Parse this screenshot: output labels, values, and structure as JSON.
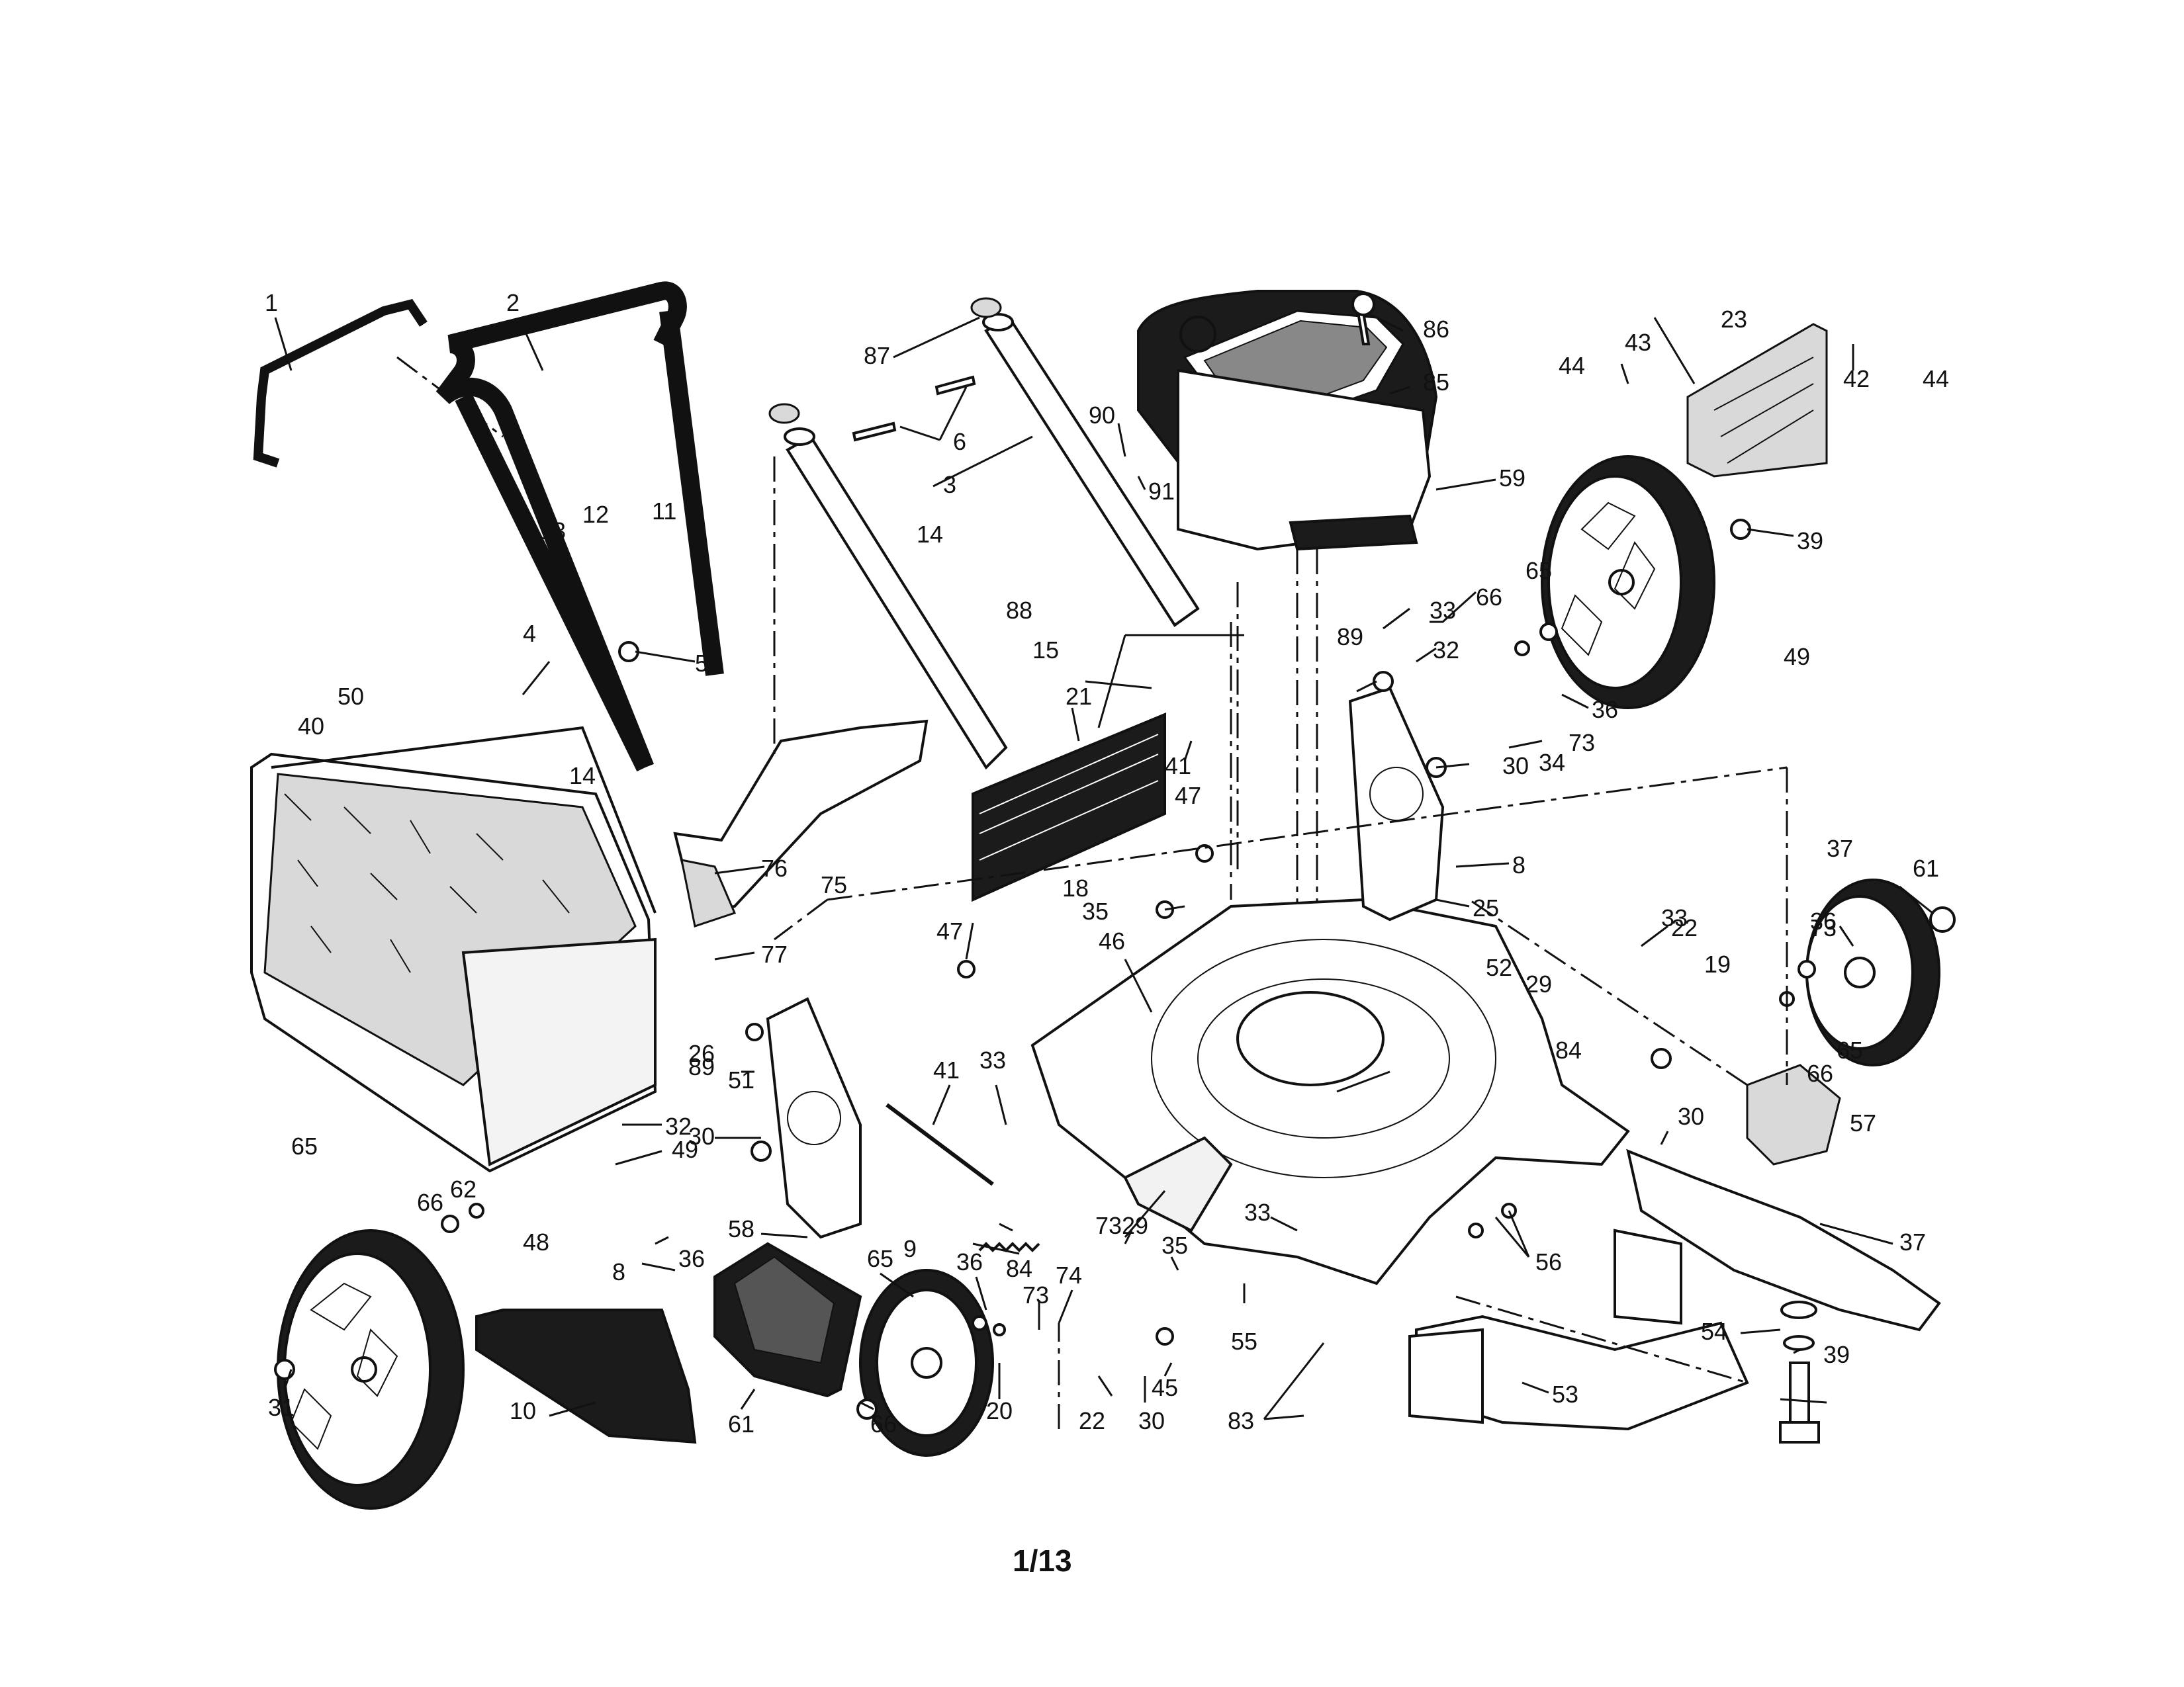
{
  "page": {
    "number": "1/13"
  },
  "callouts": [
    {
      "id": "c1",
      "text": "1"
    },
    {
      "id": "c2",
      "text": "2"
    },
    {
      "id": "c87",
      "text": "87"
    },
    {
      "id": "c6",
      "text": "6"
    },
    {
      "id": "c3",
      "text": "3"
    },
    {
      "id": "c90",
      "text": "90"
    },
    {
      "id": "c91",
      "text": "91"
    },
    {
      "id": "c86",
      "text": "86"
    },
    {
      "id": "c85",
      "text": "85"
    },
    {
      "id": "c59",
      "text": "59"
    },
    {
      "id": "c44a",
      "text": "44"
    },
    {
      "id": "c43",
      "text": "43"
    },
    {
      "id": "c23",
      "text": "23"
    },
    {
      "id": "c42",
      "text": "42"
    },
    {
      "id": "c44b",
      "text": "44"
    },
    {
      "id": "c39a",
      "text": "39"
    },
    {
      "id": "c13",
      "text": "13"
    },
    {
      "id": "c12",
      "text": "12"
    },
    {
      "id": "c11",
      "text": "11"
    },
    {
      "id": "c14a",
      "text": "14"
    },
    {
      "id": "c4",
      "text": "4"
    },
    {
      "id": "c5",
      "text": "5"
    },
    {
      "id": "c88",
      "text": "88"
    },
    {
      "id": "c15",
      "text": "15"
    },
    {
      "id": "c21",
      "text": "21"
    },
    {
      "id": "c41a",
      "text": "41"
    },
    {
      "id": "c14b",
      "text": "14"
    },
    {
      "id": "c50",
      "text": "50"
    },
    {
      "id": "c40",
      "text": "40"
    },
    {
      "id": "c76",
      "text": "76"
    },
    {
      "id": "c75",
      "text": "75"
    },
    {
      "id": "c77",
      "text": "77"
    },
    {
      "id": "c47a",
      "text": "47"
    },
    {
      "id": "c47b",
      "text": "47"
    },
    {
      "id": "c18",
      "text": "18"
    },
    {
      "id": "c35a",
      "text": "35"
    },
    {
      "id": "c46",
      "text": "46"
    },
    {
      "id": "c33a",
      "text": "33"
    },
    {
      "id": "c32a",
      "text": "32"
    },
    {
      "id": "c89a",
      "text": "89"
    },
    {
      "id": "c66a",
      "text": "66"
    },
    {
      "id": "c65a",
      "text": "65"
    },
    {
      "id": "c49a",
      "text": "49"
    },
    {
      "id": "c36a",
      "text": "36"
    },
    {
      "id": "c73a",
      "text": "73"
    },
    {
      "id": "c34",
      "text": "34"
    },
    {
      "id": "c30a",
      "text": "30"
    },
    {
      "id": "c8a",
      "text": "8"
    },
    {
      "id": "c25",
      "text": "25"
    },
    {
      "id": "c37a",
      "text": "37"
    },
    {
      "id": "c61a",
      "text": "61"
    },
    {
      "id": "c33b",
      "text": "33"
    },
    {
      "id": "c22a",
      "text": "22"
    },
    {
      "id": "c73b",
      "text": "73"
    },
    {
      "id": "c36b",
      "text": "36"
    },
    {
      "id": "c19",
      "text": "19"
    },
    {
      "id": "c52",
      "text": "52"
    },
    {
      "id": "c29a",
      "text": "29"
    },
    {
      "id": "c84a",
      "text": "84"
    },
    {
      "id": "c30b",
      "text": "30"
    },
    {
      "id": "c66b",
      "text": "66"
    },
    {
      "id": "c65b",
      "text": "65"
    },
    {
      "id": "c57",
      "text": "57"
    },
    {
      "id": "c89b",
      "text": "89"
    },
    {
      "id": "c26",
      "text": "26"
    },
    {
      "id": "c30c",
      "text": "30"
    },
    {
      "id": "c51",
      "text": "51"
    },
    {
      "id": "c41b",
      "text": "41"
    },
    {
      "id": "c33c",
      "text": "33"
    },
    {
      "id": "c32b",
      "text": "32"
    },
    {
      "id": "c49b",
      "text": "49"
    },
    {
      "id": "c65c",
      "text": "65"
    },
    {
      "id": "c66c",
      "text": "66"
    },
    {
      "id": "c62",
      "text": "62"
    },
    {
      "id": "c73c",
      "text": "73"
    },
    {
      "id": "c48",
      "text": "48"
    },
    {
      "id": "c36c",
      "text": "36"
    },
    {
      "id": "c8b",
      "text": "8"
    },
    {
      "id": "c58",
      "text": "58"
    },
    {
      "id": "c9",
      "text": "9"
    },
    {
      "id": "c84b",
      "text": "84"
    },
    {
      "id": "c33d",
      "text": "33"
    },
    {
      "id": "c29b",
      "text": "29"
    },
    {
      "id": "c35b",
      "text": "35"
    },
    {
      "id": "c56",
      "text": "56"
    },
    {
      "id": "c37b",
      "text": "37"
    },
    {
      "id": "c65d",
      "text": "65"
    },
    {
      "id": "c36d",
      "text": "36"
    },
    {
      "id": "c73d",
      "text": "73"
    },
    {
      "id": "c74",
      "text": "74"
    },
    {
      "id": "c55",
      "text": "55"
    },
    {
      "id": "c54",
      "text": "54"
    },
    {
      "id": "c39b",
      "text": "39"
    },
    {
      "id": "c31",
      "text": "31"
    },
    {
      "id": "c10",
      "text": "10"
    },
    {
      "id": "c61b",
      "text": "61"
    },
    {
      "id": "c66d",
      "text": "66"
    },
    {
      "id": "c20",
      "text": "20"
    },
    {
      "id": "c22b",
      "text": "22"
    },
    {
      "id": "c30d",
      "text": "30"
    },
    {
      "id": "c45",
      "text": "45"
    },
    {
      "id": "c83",
      "text": "83"
    },
    {
      "id": "c53",
      "text": "53"
    }
  ]
}
